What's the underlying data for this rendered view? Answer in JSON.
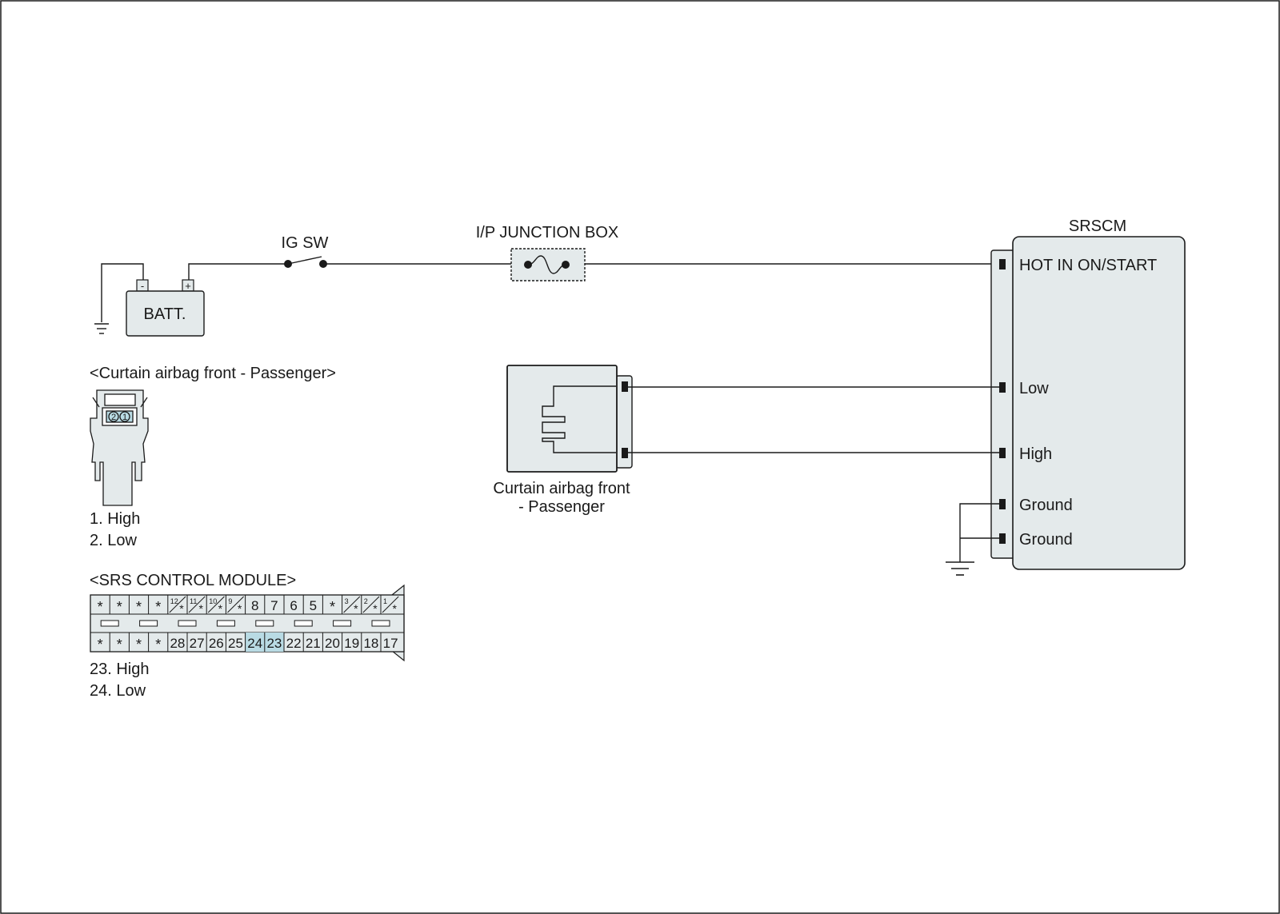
{
  "colors": {
    "line": "#1a1a1a",
    "component_fill": "#e4eaeb",
    "pin_highlight": "#b9dbe4",
    "background": "#ffffff"
  },
  "power": {
    "batt_label": "BATT.",
    "batt_neg": "-",
    "batt_pos": "+",
    "ig_sw_label": "IG SW",
    "junction_box_label": "I/P JUNCTION BOX"
  },
  "srscm": {
    "title": "SRSCM",
    "pins": {
      "hot": "HOT IN ON/START",
      "low": "Low",
      "high": "High",
      "ground1": "Ground",
      "ground2": "Ground"
    }
  },
  "airbag": {
    "label_line1": "Curtain airbag front",
    "label_line2": "- Passenger"
  },
  "connector_curtain": {
    "title": "<Curtain airbag front - Passenger>",
    "pin_2": "2",
    "pin_1": "1",
    "legend": [
      "1. High",
      "2. Low"
    ]
  },
  "connector_srs": {
    "title": "<SRS CONTROL MODULE>",
    "top_row": [
      "*",
      "*",
      "*",
      "*",
      "12/*",
      "11/*",
      "10/*",
      "9/*",
      "8",
      "7",
      "6",
      "5",
      "*",
      "3/*",
      "2/*",
      "1/*"
    ],
    "bottom_row": [
      "*",
      "*",
      "*",
      "*",
      "28",
      "27",
      "26",
      "25",
      "24",
      "23",
      "22",
      "21",
      "20",
      "19",
      "18",
      "17"
    ],
    "highlighted": [
      "24",
      "23"
    ],
    "legend": [
      "23. High",
      "24. Low"
    ]
  }
}
